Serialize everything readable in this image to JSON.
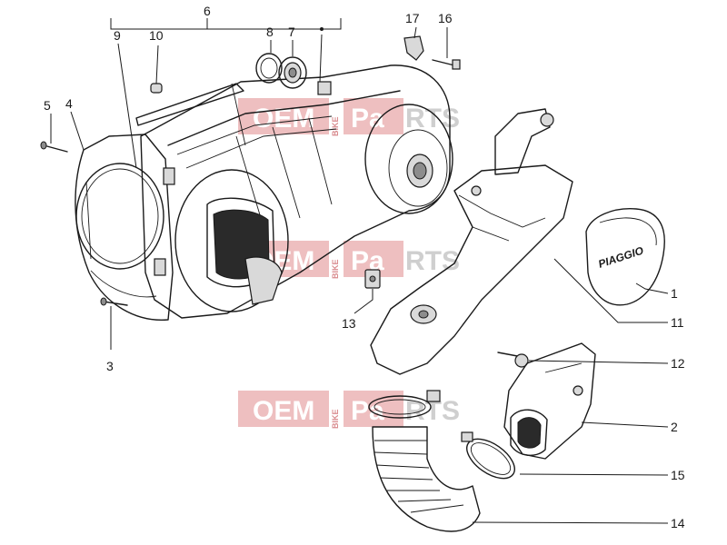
{
  "diagram": {
    "callouts": [
      "1",
      "2",
      "3",
      "4",
      "5",
      "6",
      "7",
      "8",
      "9",
      "10",
      "11",
      "12",
      "13",
      "14",
      "15",
      "16",
      "17"
    ],
    "cover_logo": "PIAGGIO"
  },
  "watermark": {
    "left": "OEM",
    "vertical": "BIKE",
    "right_prefix": "P",
    "right_highlight": "a",
    "right_suffix": "RTS"
  },
  "colors": {
    "watermark_red": "#e8a9ab",
    "line": "#1a1a1a"
  }
}
